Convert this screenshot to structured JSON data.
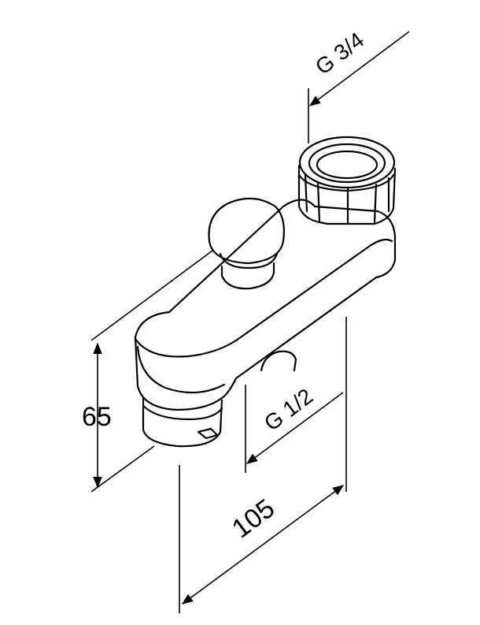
{
  "drawing": {
    "dimensions": {
      "thread_top": "G 3/4",
      "thread_bottom": "G 1/2",
      "height": "65",
      "length": "105"
    }
  }
}
